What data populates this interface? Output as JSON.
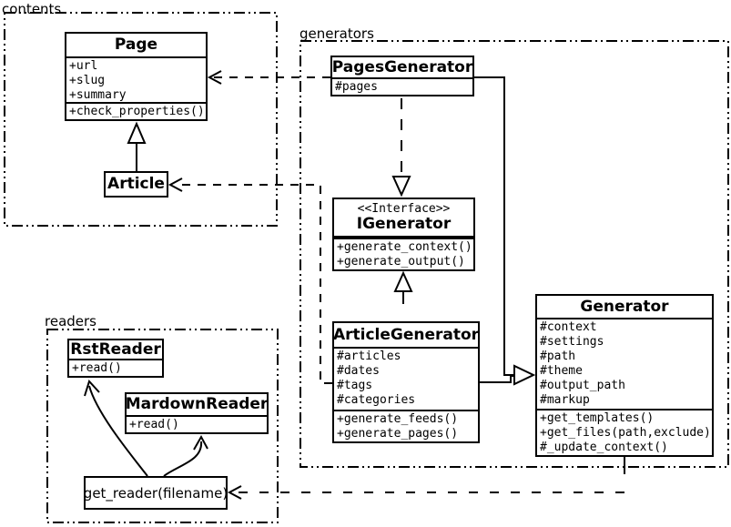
{
  "diagram": {
    "packages": {
      "contents": "contents",
      "generators": "generators",
      "readers": "readers"
    },
    "classes": {
      "page": {
        "name": "Page",
        "attributes": [
          "+url",
          "+slug",
          "+summary"
        ],
        "methods": [
          "+check_properties()"
        ]
      },
      "article": {
        "name": "Article"
      },
      "pages_generator": {
        "name": "PagesGenerator",
        "attributes": [
          "#pages"
        ]
      },
      "igenerator": {
        "stereotype": "<<Interface>>",
        "name": "IGenerator",
        "methods": [
          "+generate_context()",
          "+generate_output()"
        ]
      },
      "article_generator": {
        "name": "ArticleGenerator",
        "attributes": [
          "#articles",
          "#dates",
          "#tags",
          "#categories"
        ],
        "methods": [
          "+generate_feeds()",
          "+generate_pages()"
        ]
      },
      "generator": {
        "name": "Generator",
        "attributes": [
          "#context",
          "#settings",
          "#path",
          "#theme",
          "#output_path",
          "#markup"
        ],
        "methods": [
          "+get_templates()",
          "+get_files(path,exclude)",
          "#_update_context()"
        ]
      },
      "rst_reader": {
        "name": "RstReader",
        "methods": [
          "+read()"
        ]
      },
      "mardown_reader": {
        "name": "MardownReader",
        "methods": [
          "+read()"
        ]
      },
      "get_reader": {
        "label": "get_reader(filename)"
      }
    },
    "colors": {
      "line": "#000000",
      "background": "#ffffff"
    }
  }
}
